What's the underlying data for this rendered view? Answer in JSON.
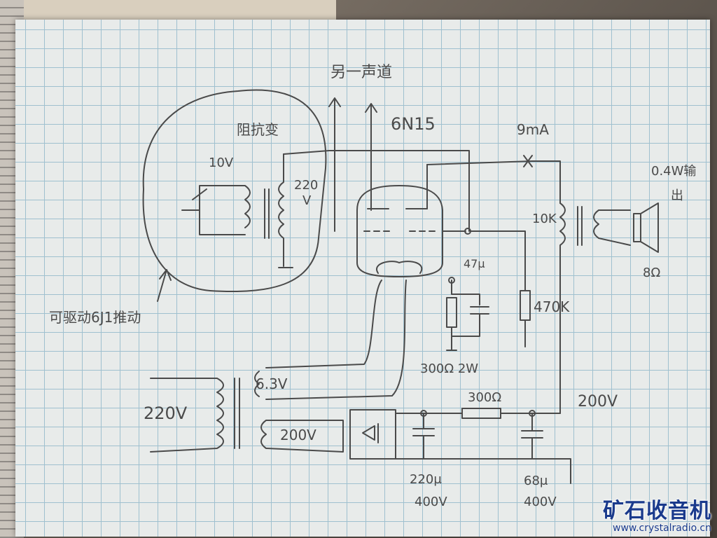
{
  "labels": {
    "other_channel": "另一声道",
    "tube": "6N15",
    "current": "9mA",
    "output_power": "0.4W输",
    "output_power_2": "出",
    "choke": "阻抗变",
    "heater_v": "10V",
    "secondary_v": "220",
    "secondary_v_unit": "V",
    "r_plate": "10K",
    "speaker_ohms": "8Ω",
    "cap_47": "47μ",
    "r_470k": "470K",
    "note": "可驱动6J1推动",
    "heater_63": "6.3V",
    "r_bias": "300Ω 2W",
    "mains": "220V",
    "hv_winding": "200V",
    "r_filter": "300Ω",
    "b_plus": "200V",
    "cap_220": "220μ",
    "cap_220_v": "400V",
    "cap_68": "68μ",
    "cap_68_v": "400V"
  },
  "watermark": {
    "title": "矿石收音机",
    "url": "www.crystalradio.cn"
  },
  "colors": {
    "pencil": "#4a4a4a",
    "grid": "#9fc0cf",
    "paper": "#e8ebea",
    "watermark": "#1a3a8c"
  }
}
